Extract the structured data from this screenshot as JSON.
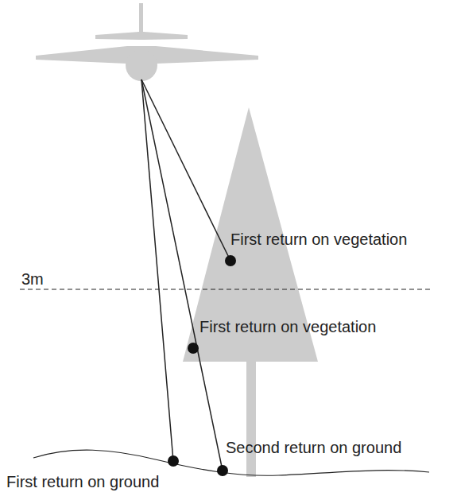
{
  "diagram": {
    "labels": [
      "First return on vegetation",
      "3m",
      "First return on vegetation",
      "Second return on ground",
      "First return on ground"
    ]
  }
}
